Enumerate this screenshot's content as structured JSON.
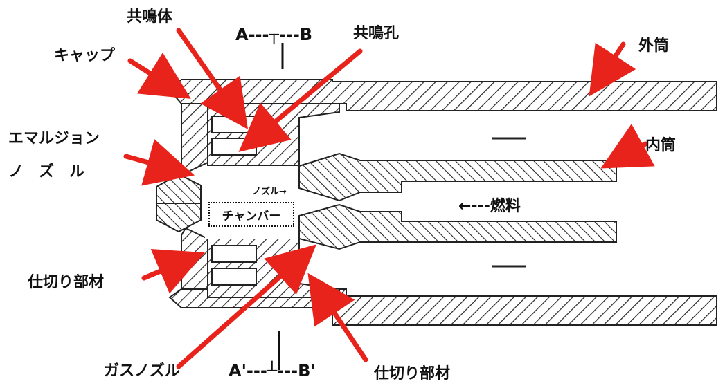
{
  "labels": {
    "resonator": "共鳴体",
    "section_top": "A---┬---B",
    "resonance_hole": "共鳴孔",
    "outer_tube": "外筒",
    "cap": "キャップ",
    "emulsion_line1": "エマルジョン",
    "emulsion_line2": "ノ　ズ　ル",
    "inner_tube": "内筒",
    "nozzle_arrow": "ノズル→",
    "chamber": "チャンバー",
    "fuel": "←---燃料",
    "partition_left": "仕切り部材",
    "gas_nozzle": "ガスノズル",
    "section_bottom": "A'---┴---B'",
    "partition_bottom": "仕切り部材"
  },
  "colors": {
    "arrow": "#e8231c",
    "hatch": "#222222",
    "text": "#111111"
  }
}
